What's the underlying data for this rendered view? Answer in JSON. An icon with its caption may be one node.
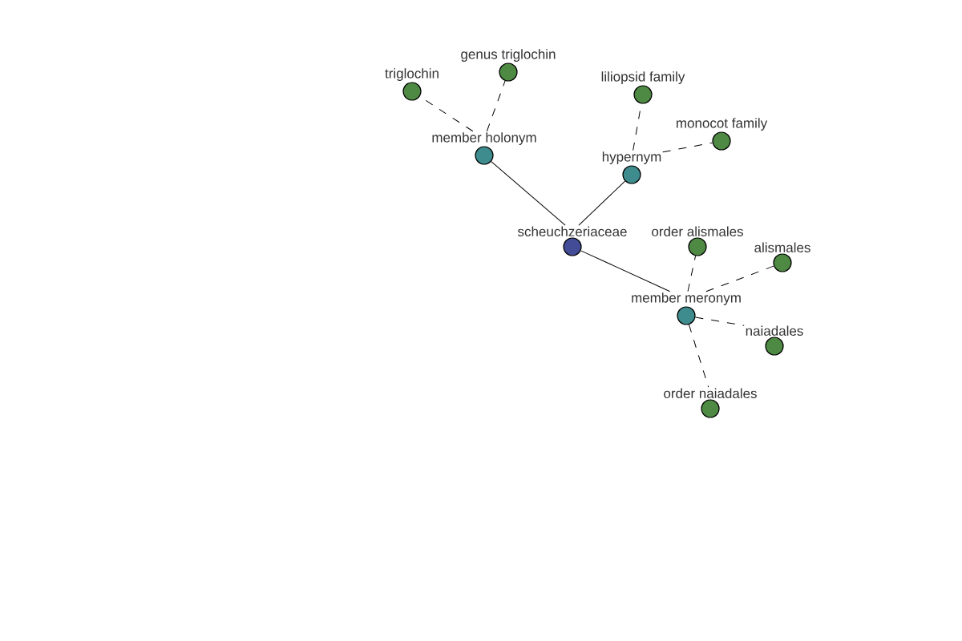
{
  "diagram": {
    "nodes": [
      {
        "text": [
          "scheuchzeriaceae"
        ]
      },
      {
        "text": [
          "member holonym"
        ]
      },
      {
        "text": [
          "triglochin"
        ]
      },
      {
        "text": [
          "genus triglochin"
        ]
      },
      {
        "text": [
          "hypernym"
        ]
      },
      {
        "text": [
          "liliopsid family"
        ]
      },
      {
        "text": [
          "monocot family"
        ]
      },
      {
        "text": [
          "member meronym"
        ]
      },
      {
        "text": [
          "order alismales"
        ]
      },
      {
        "text": [
          "alismales"
        ]
      },
      {
        "text": [
          "naiadales"
        ]
      },
      {
        "text": [
          "order naiadales"
        ]
      }
    ],
    "edges": [
      {
        "from": 0,
        "to": 1,
        "arrow": "none"
      },
      {
        "from": 1,
        "to": 2,
        "arrow": "none",
        "style": "dashed"
      },
      {
        "from": 1,
        "to": 3,
        "arrow": "none",
        "style": "dashed"
      },
      {
        "from": 0,
        "to": 4,
        "arrow": "none"
      },
      {
        "from": 4,
        "to": 5,
        "arrow": "none",
        "style": "dashed"
      },
      {
        "from": 4,
        "to": 6,
        "arrow": "none",
        "style": "dashed"
      },
      {
        "from": 0,
        "to": 7,
        "arrow": "none"
      },
      {
        "from": 7,
        "to": 8,
        "arrow": "none",
        "style": "dashed"
      },
      {
        "from": 7,
        "to": 9,
        "arrow": "none",
        "style": "dashed"
      },
      {
        "from": 7,
        "to": 10,
        "arrow": "none",
        "style": "dashed"
      },
      {
        "from": 7,
        "to": 11,
        "arrow": "none",
        "style": "dashed"
      }
    ]
  }
}
